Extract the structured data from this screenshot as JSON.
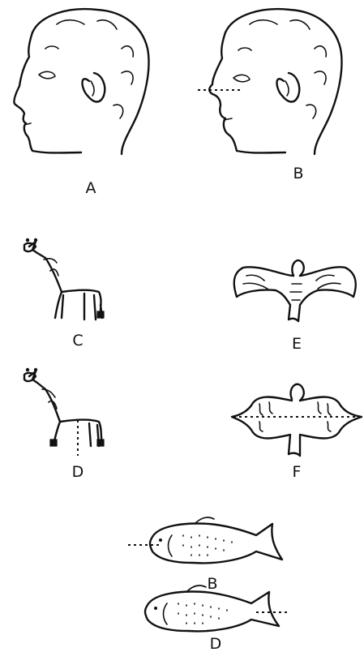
{
  "labels": {
    "head_a": "A",
    "head_b": "B",
    "giraffe_c": "C",
    "giraffe_d": "D",
    "bird_e": "E",
    "bird_f": "F",
    "fish_b": "B",
    "fish_d": "D"
  },
  "colors": {
    "ink": "#111111",
    "paper": "#ffffff"
  }
}
